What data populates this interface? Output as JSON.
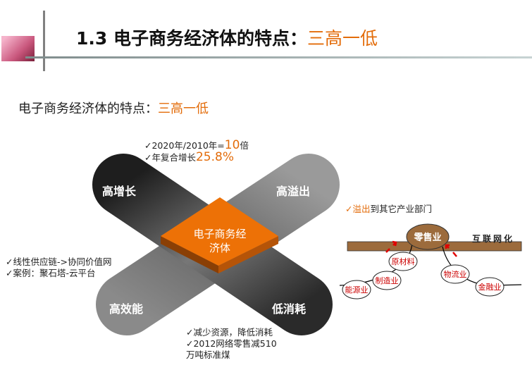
{
  "header": {
    "title_main": "1.3  电子商务经济体的特点：",
    "title_highlight": "三高一低"
  },
  "subtitle": {
    "main": "电子商务经济体的特点：",
    "highlight": "三高一低"
  },
  "cross": {
    "center_line1": "电子商务经",
    "center_line2": "济体",
    "top_left": "高增长",
    "top_right": "高溢出",
    "bottom_left": "高效能",
    "bottom_right": "低消耗"
  },
  "notes": {
    "growth": {
      "line1_prefix": "✓2020年/2010年=",
      "line1_value": "10",
      "line1_suffix": "倍",
      "line2_prefix": "✓年复合增长",
      "line2_value": "25.8%"
    },
    "spillover": {
      "check": "✓",
      "highlight": "溢出",
      "rest": "到其它产业部门"
    },
    "efficiency": {
      "line1": "✓线性供应链->协同价值网",
      "line2": "✓案例：聚石塔-云平台"
    },
    "consumption": {
      "line1": "✓减少资源，降低消耗",
      "line2": "✓2012网络零售减510",
      "line3": "万吨标准煤"
    }
  },
  "diagram": {
    "hub": "零售业",
    "bar_label": "互联网化",
    "nodes": [
      "原材料",
      "制造业",
      "能源业",
      "物流业",
      "金融业"
    ]
  },
  "colors": {
    "accent": "#e36c0a",
    "brown": "#9c6b3c",
    "red": "#e00000"
  }
}
